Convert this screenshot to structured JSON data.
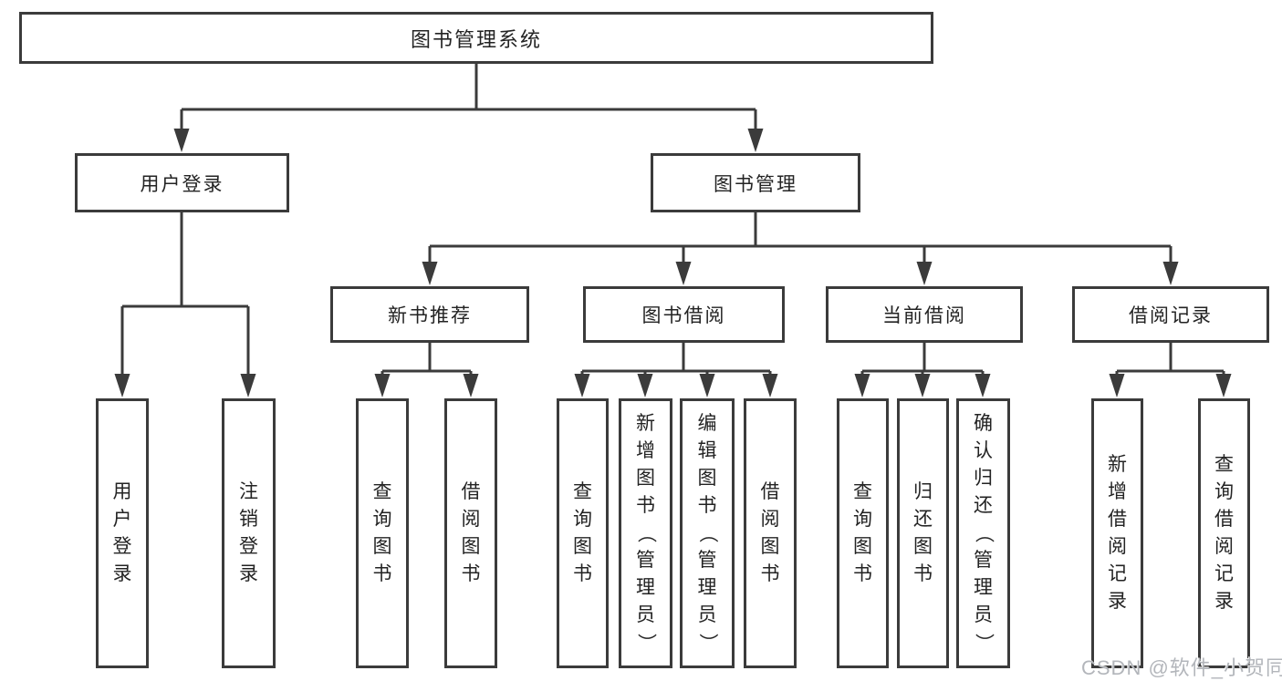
{
  "diagram": {
    "root": {
      "label": "图书管理系统"
    },
    "branches": [
      {
        "label": "用户登录",
        "leaves": [
          "用户登录",
          "注销登录"
        ]
      },
      {
        "label": "图书管理",
        "groups": [
          {
            "label": "新书推荐",
            "leaves": [
              "查询图书",
              "借阅图书"
            ]
          },
          {
            "label": "图书借阅",
            "leaves": [
              "查询图书",
              "新增图书（管理员）",
              "编辑图书（管理员）",
              "借阅图书"
            ]
          },
          {
            "label": "当前借阅",
            "leaves": [
              "查询图书",
              "归还图书",
              "确认归还（管理员）"
            ]
          },
          {
            "label": "借阅记录",
            "leaves": [
              "新增借阅记录",
              "查询借阅记录"
            ]
          }
        ]
      }
    ],
    "colors": {
      "line": "#3b3b3b",
      "text": "#232323",
      "box_background": "#ffffff",
      "watermark": "#b3b6bb"
    }
  },
  "watermark": {
    "text": "CSDN @软件_小贺同学"
  }
}
